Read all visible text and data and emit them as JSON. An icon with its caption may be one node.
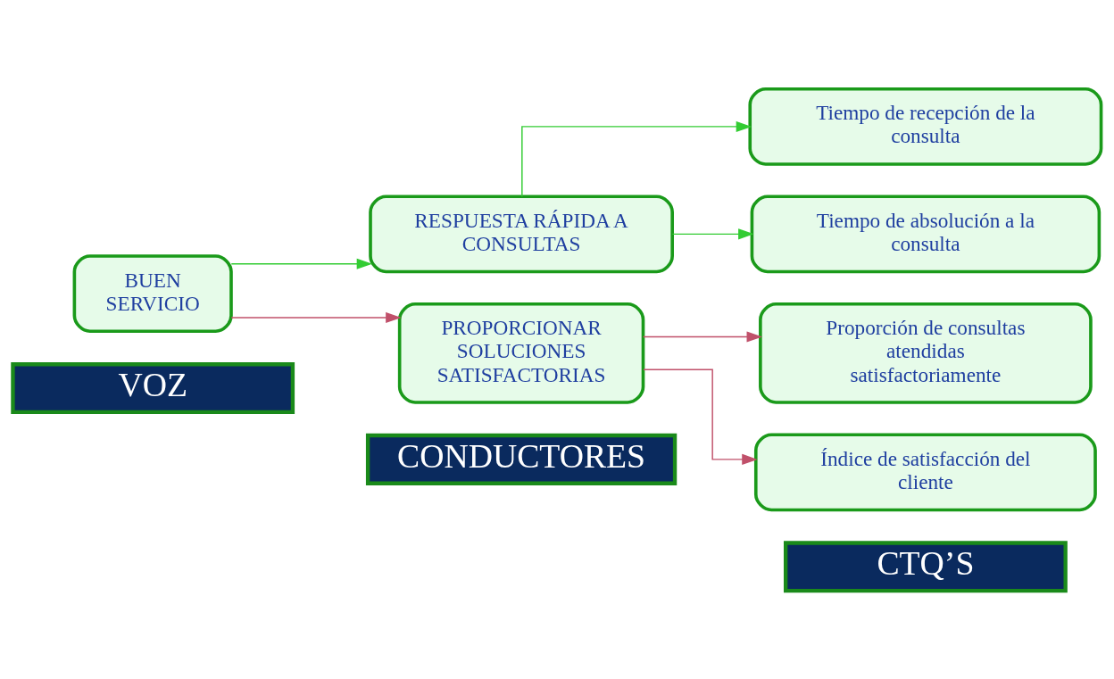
{
  "diagram": {
    "nodes": [
      {
        "text": [
          "VOZ"
        ]
      },
      {
        "text": [
          "CONDUCTORES"
        ]
      },
      {
        "text": [
          "CTQ’S"
        ]
      },
      {
        "text": [
          "BUEN SERVICIO"
        ]
      },
      {
        "text": [
          "RESPUESTA RÁPIDA A CONSULTAS"
        ]
      },
      {
        "text": [
          "PROPORCIONAR SOLUCIONES SATISFACTORIAS"
        ]
      },
      {
        "text": [
          "Tiempo de recepción de la consulta"
        ]
      },
      {
        "text": [
          "Tiempo de absolución a la consulta"
        ]
      },
      {
        "text": [
          "Proporción de consultas atendidas satisfactoriamente"
        ]
      },
      {
        "text": [
          "Índice de satisfacción del cliente"
        ]
      }
    ],
    "edges": [
      {
        "from": 3,
        "to": 4,
        "arrow": "to",
        "color": "#33cc33"
      },
      {
        "from": 3,
        "to": 5,
        "arrow": "to",
        "color": "#c0506a"
      },
      {
        "from": 4,
        "to": 6,
        "arrow": "to",
        "color": "#33cc33"
      },
      {
        "from": 4,
        "to": 7,
        "arrow": "to",
        "color": "#33cc33"
      },
      {
        "from": 5,
        "to": 8,
        "arrow": "to",
        "color": "#c0506a"
      },
      {
        "from": 5,
        "to": 9,
        "arrow": "to",
        "color": "#c0506a"
      }
    ]
  }
}
